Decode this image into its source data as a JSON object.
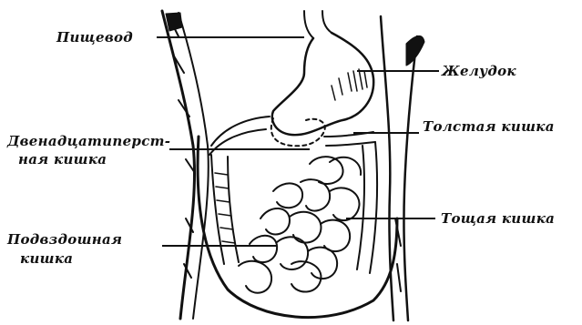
{
  "labels": {
    "esophagus": "Пищевод",
    "stomach": "Желудок",
    "duodenum_line1": "Двенадцатиперст-",
    "duodenum_line2": "ная кишка",
    "colon": "Толстая кишка",
    "jejunum": "Тощая кишка",
    "ileum_line1": "Подвздошная",
    "ileum_line2": "кишка"
  },
  "colors": {
    "ink": "#111111",
    "background": "#ffffff"
  }
}
